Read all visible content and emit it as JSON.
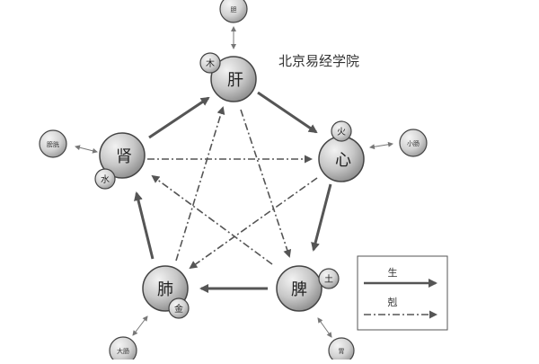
{
  "title": "北京易经学院",
  "organs": {
    "liver": {
      "label": "肝",
      "element": "木",
      "fu": "胆"
    },
    "heart": {
      "label": "心",
      "element": "火",
      "fu": "小肠"
    },
    "spleen": {
      "label": "脾",
      "element": "土",
      "fu": "胃"
    },
    "lung": {
      "label": "肺",
      "element": "金",
      "fu": "大肠"
    },
    "kidney": {
      "label": "肾",
      "element": "水",
      "fu": "膀胱"
    }
  },
  "legend": {
    "sheng": "生",
    "ke": "剋"
  }
}
